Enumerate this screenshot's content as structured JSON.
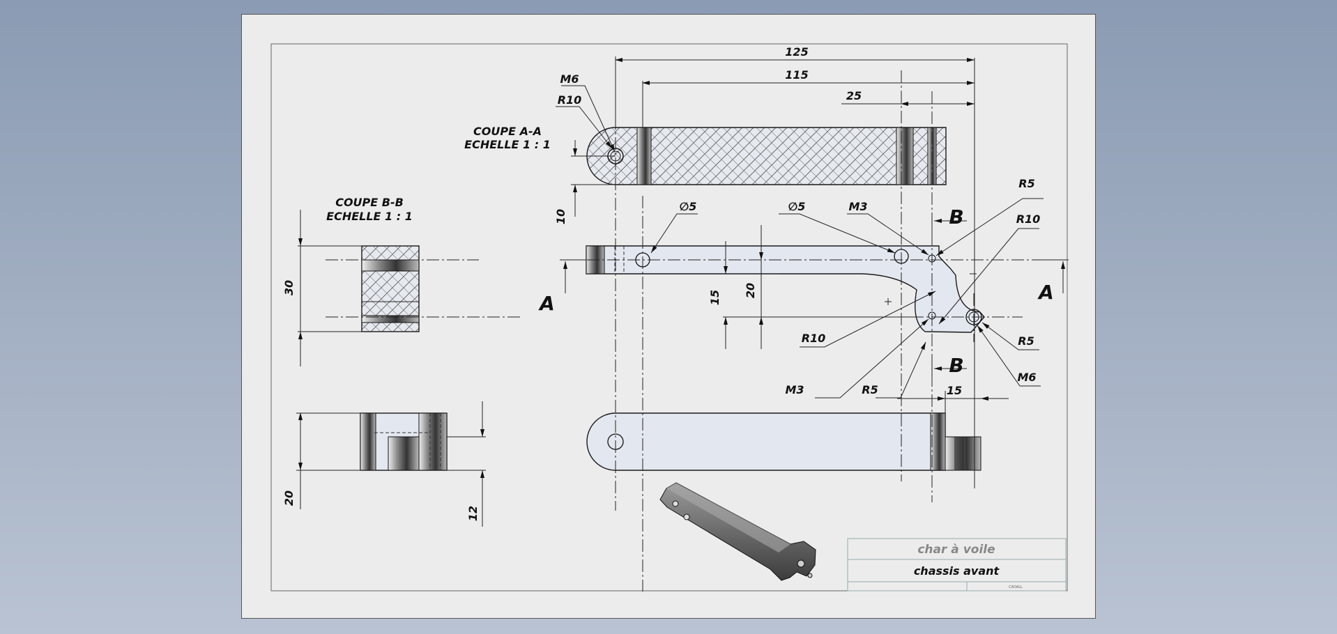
{
  "section_aa": {
    "title": "COUPE A-A",
    "scale": "ECHELLE 1 : 1"
  },
  "section_bb": {
    "title": "COUPE B-B",
    "scale": "ECHELLE 1 : 1"
  },
  "dims": {
    "d125": "125",
    "d115": "115",
    "d25": "25",
    "d10": "10",
    "d30": "30",
    "d15_left": "15",
    "d20_mid": "20",
    "d15_bottom": "15",
    "d20_left": "20",
    "d12": "12"
  },
  "notes": {
    "m6_top": "M6",
    "r10_top": "R10",
    "dia5_left": "∅5",
    "dia5_right": "∅5",
    "m3_top": "M3",
    "r5_top": "R5",
    "r10_right": "R10",
    "r10_mid": "R10",
    "r5_right": "R5",
    "m3_bottom": "M3",
    "r5_bottom": "R5",
    "m6_right": "M6"
  },
  "cut_letters": {
    "a_left": "A",
    "a_right": "A",
    "b_top": "B",
    "b_bottom": "B"
  },
  "title_block": {
    "project": "char à voile",
    "part": "chassis avant",
    "tiny": "CADALL"
  },
  "colors": {
    "background": "#95a4ba",
    "sheet": "#ececec",
    "part_fill": "#e3e7ef"
  }
}
